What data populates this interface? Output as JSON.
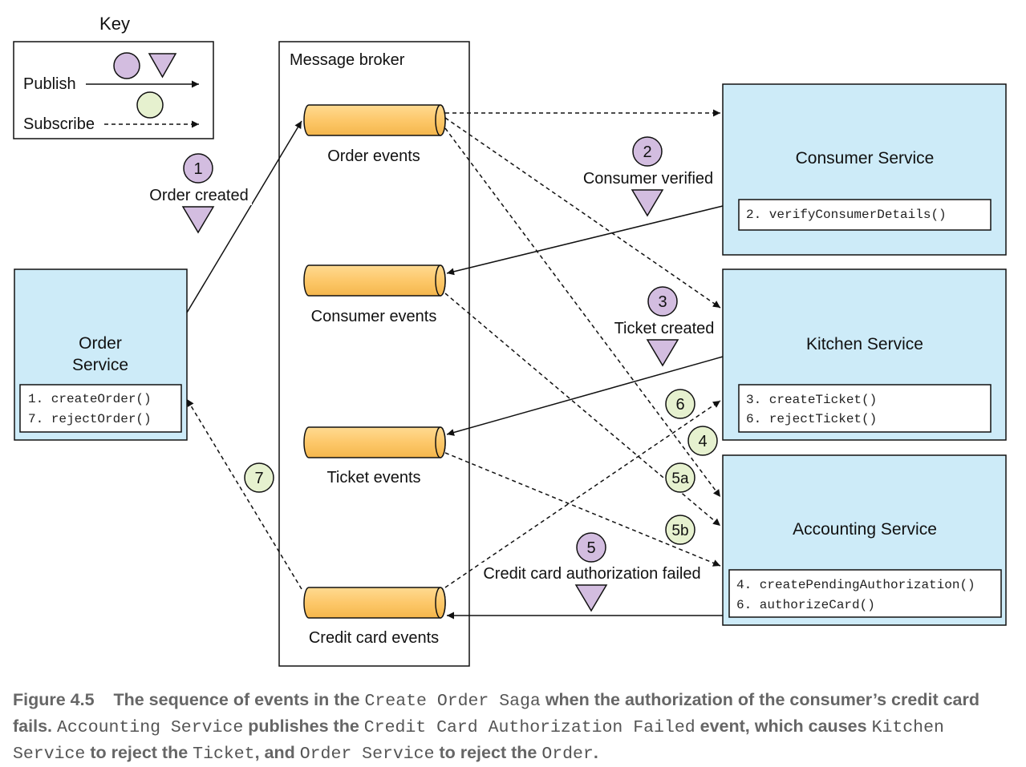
{
  "colors": {
    "service_fill": "#cdebf8",
    "queue_fill": "#fdc86a",
    "publish_circle": "#d3bde0",
    "subscribe_circle": "#e6f1cf",
    "line": "#111111"
  },
  "key": {
    "title": "Key",
    "publish": "Publish",
    "subscribe": "Subscribe"
  },
  "broker": {
    "title": "Message broker",
    "channels": [
      "Order events",
      "Consumer events",
      "Ticket events",
      "Credit card events"
    ]
  },
  "services": {
    "order": {
      "title_line1": "Order",
      "title_line2": "Service",
      "methods": [
        "1. createOrder()",
        "7. rejectOrder()"
      ]
    },
    "consumer": {
      "title": "Consumer Service",
      "methods": [
        "2. verifyConsumerDetails()"
      ]
    },
    "kitchen": {
      "title": "Kitchen Service",
      "methods": [
        "3. createTicket()",
        "6. rejectTicket()"
      ]
    },
    "accounting": {
      "title": "Accounting Service",
      "methods": [
        "4. createPendingAuthorization()",
        "6. authorizeCard()"
      ]
    }
  },
  "events": {
    "e1": {
      "num": "1",
      "label": "Order created"
    },
    "e2": {
      "num": "2",
      "label": "Consumer verified"
    },
    "e3": {
      "num": "3",
      "label": "Ticket created"
    },
    "e5": {
      "num": "5",
      "label": "Credit card authorization failed"
    }
  },
  "steps": {
    "s4": "4",
    "s5a": "5a",
    "s5b": "5b",
    "s6": "6",
    "s7": "7"
  },
  "caption": {
    "figure": "Figure 4.5",
    "p1": "The sequence of events in the",
    "c1": "Create Order Saga",
    "p2": "when the authorization of the consumer’s credit card fails.",
    "c2": "Accounting Service",
    "p3": "publishes the",
    "c3": "Credit Card Authorization Failed",
    "p4": "event, which causes",
    "c4": "Kitchen Service",
    "p5": "to reject the",
    "c5": "Ticket",
    "p6": ", and",
    "c6": "Order Service",
    "p7": "to reject the",
    "c7": "Order",
    "p8": "."
  }
}
